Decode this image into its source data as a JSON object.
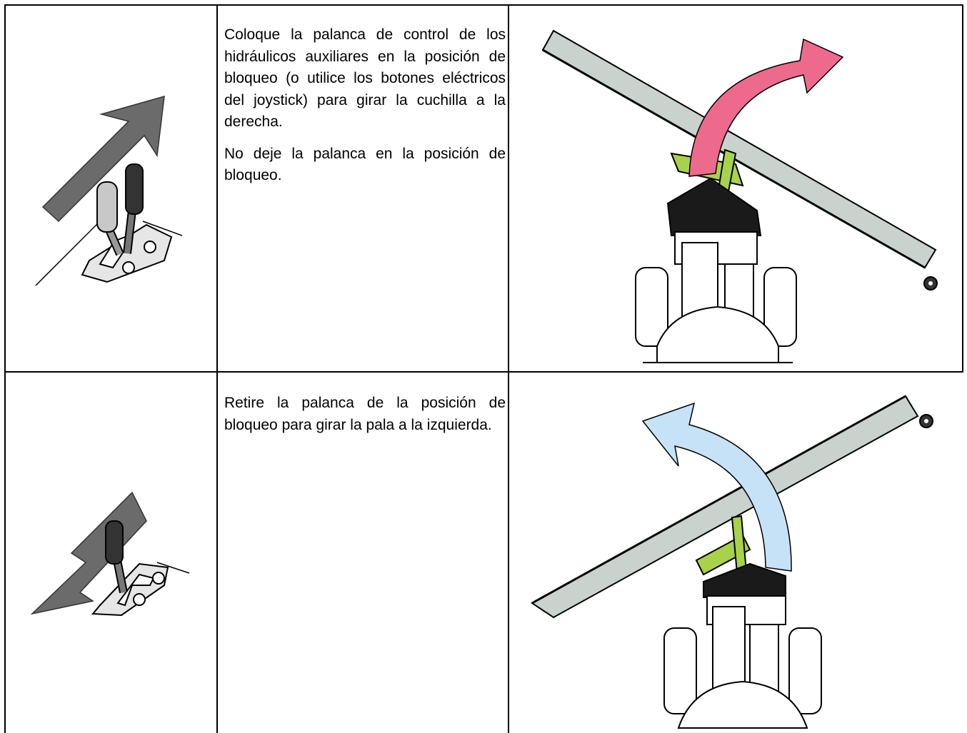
{
  "rows": [
    {
      "paragraphs": [
        "Coloque la palanca de control de los hidráulicos auxiliares en la posición de bloqueo (o utilice los botones eléctricos del joystick) para girar la cuchilla a la derecha.",
        "No deje la palanca en la posición de bloqueo."
      ],
      "lever_icon": "lever-lock-forward-arrow-icon",
      "machine_icon": "blade-rotate-right-arrow-icon",
      "arrow_color": "#ee6a8c"
    },
    {
      "paragraphs": [
        "Retire la palanca de la posición de bloqueo para girar la pala a la izquierda."
      ],
      "lever_icon": "lever-release-back-arrow-icon",
      "machine_icon": "blade-rotate-left-arrow-icon",
      "arrow_color": "#c6e2f6"
    }
  ]
}
